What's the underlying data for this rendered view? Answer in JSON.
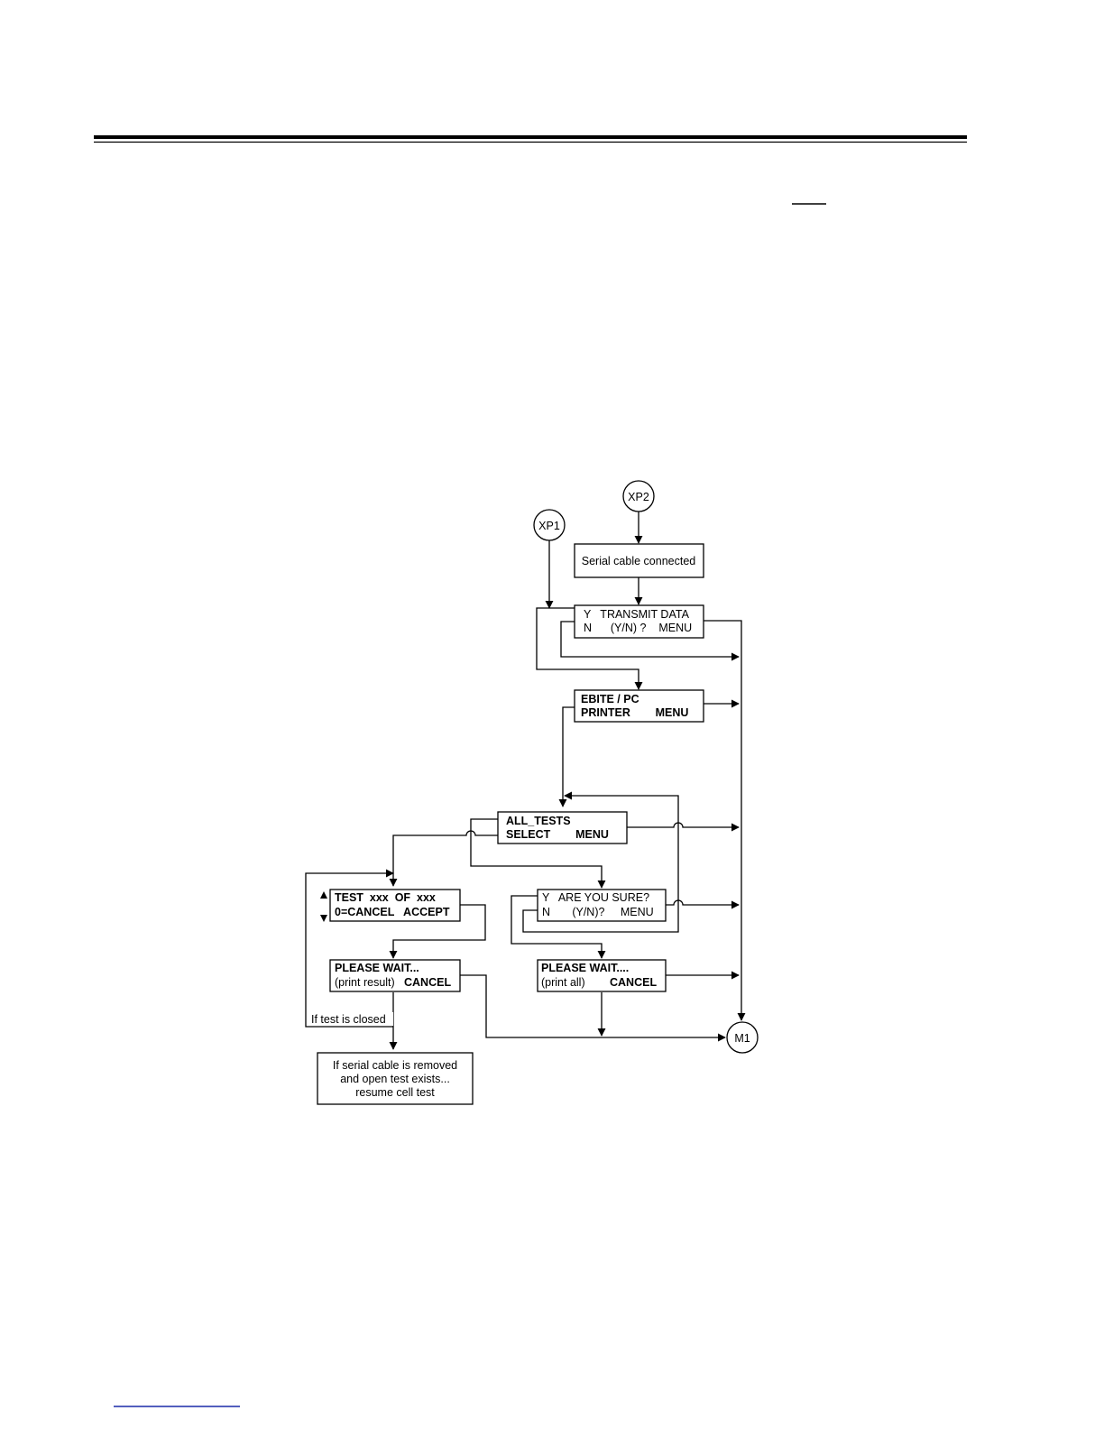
{
  "connectors": {
    "xp1": "XP1",
    "xp2": "XP2",
    "m1": "M1"
  },
  "boxes": {
    "serial_connected": "Serial cable connected",
    "transmit_line1": "Y   TRANSMIT DATA",
    "transmit_line2": "N      (Y/N) ?    MENU",
    "ebite_line1": "EBITE / PC",
    "ebite_line2": "PRINTER        MENU",
    "alltests_line1": "ALL_TESTS",
    "alltests_line2": "SELECT        MENU",
    "test_line1": "TEST  xxx  OF  xxx",
    "test_line2": "0=CANCEL   ACCEPT",
    "sure_line1": "Y   ARE YOU SURE?",
    "sure_line2": "N       (Y/N)?     MENU",
    "wait_result_line1": "PLEASE WAIT...",
    "wait_result_line2a": "(print result)",
    "wait_result_line2b": "CANCEL",
    "wait_all_line1": "PLEASE WAIT....",
    "wait_all_line2a": "(print all)",
    "wait_all_line2b": "CANCEL",
    "serial_removed_line1": "If serial cable is removed",
    "serial_removed_line2": "and open test exists...",
    "serial_removed_line3": "resume cell test"
  },
  "labels": {
    "test_closed": "If test is closed"
  },
  "colors": {
    "ink": "#000000",
    "footer_link": "#1a2aa8"
  }
}
